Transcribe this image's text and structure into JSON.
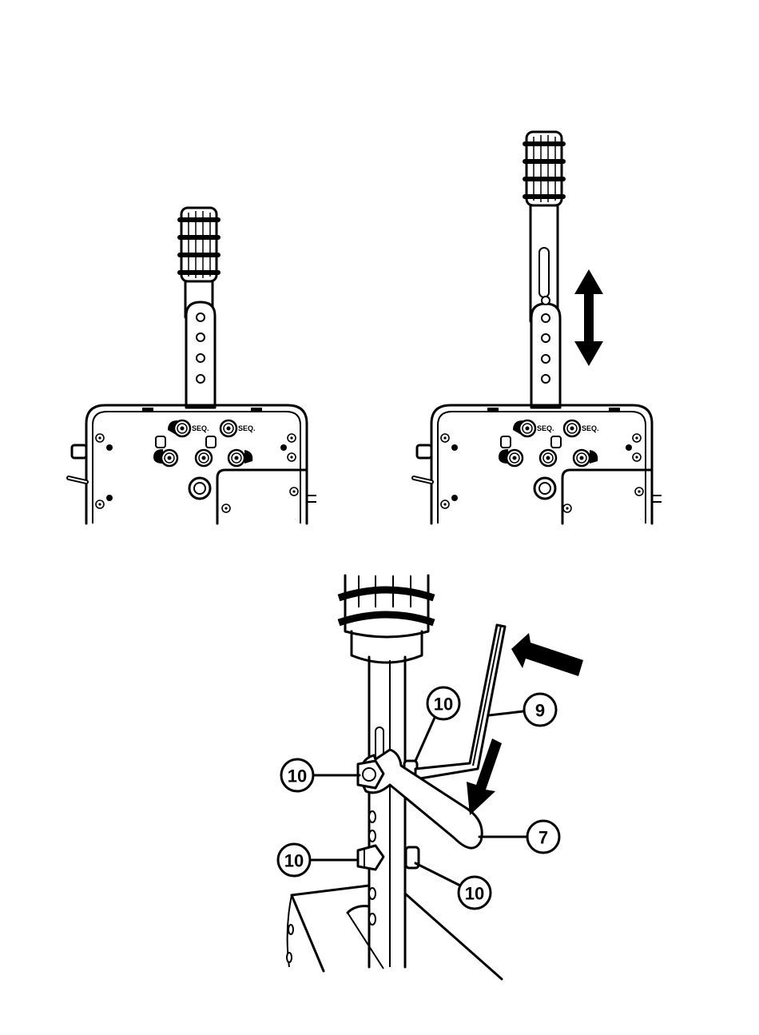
{
  "panel_labels": {
    "seq": "SEQ."
  },
  "callouts": {
    "hex_key": "9",
    "wrench": "7",
    "bolt_upper_left": "10",
    "bolt_upper_right": "10",
    "bolt_lower_left": "10",
    "bolt_lower_right": "10"
  },
  "colors": {
    "ink": "#000000",
    "paper": "#ffffff"
  }
}
